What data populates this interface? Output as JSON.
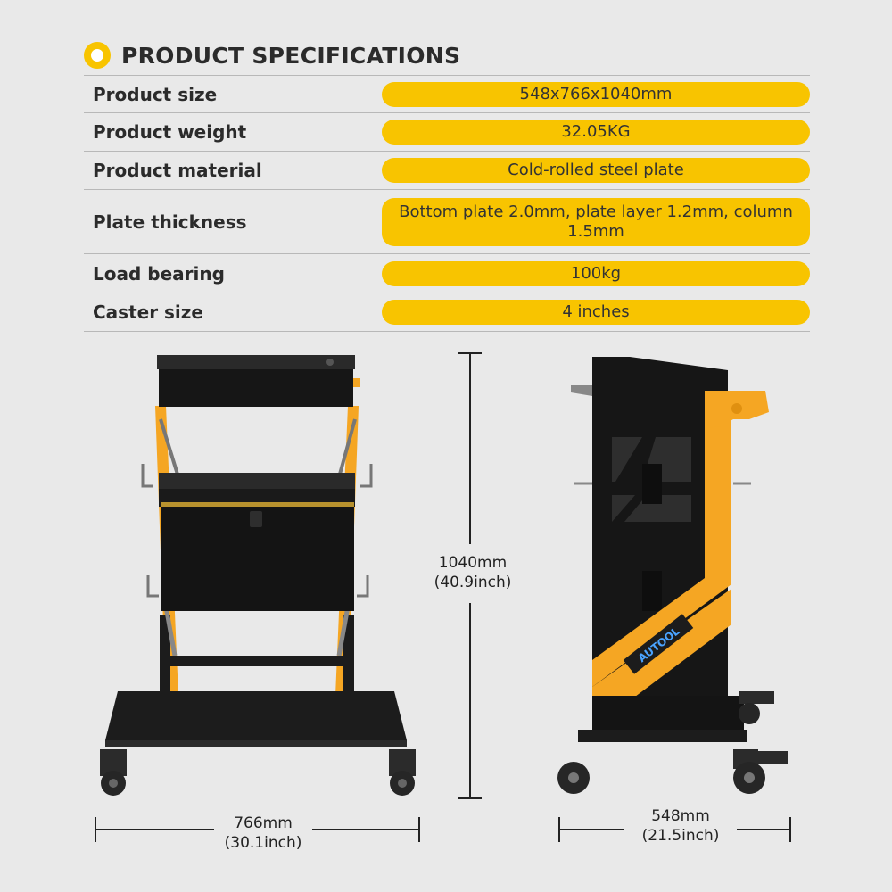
{
  "header": {
    "title": "PRODUCT SPECIFICATIONS"
  },
  "specs": [
    {
      "label": "Product size",
      "value": "548x766x1040mm"
    },
    {
      "label": "Product weight",
      "value": "32.05KG"
    },
    {
      "label": "Product material",
      "value": "Cold-rolled steel plate"
    },
    {
      "label": "Plate thickness",
      "value": "Bottom plate 2.0mm, plate layer 1.2mm, column 1.5mm"
    },
    {
      "label": "Load bearing",
      "value": "100kg"
    },
    {
      "label": "Caster size",
      "value": "4 inches"
    }
  ],
  "dimensions": {
    "height_mm": "1040mm",
    "height_in": "(40.9inch)",
    "width_mm": "766mm",
    "width_in": "(30.1inch)",
    "depth_mm": "548mm",
    "depth_in": "(21.5inch)"
  },
  "brand": "AUTOOL",
  "colors": {
    "accent": "#f8c400",
    "frame": "#f5a623",
    "body": "#1c1c1c",
    "background": "#e9e9e9"
  }
}
